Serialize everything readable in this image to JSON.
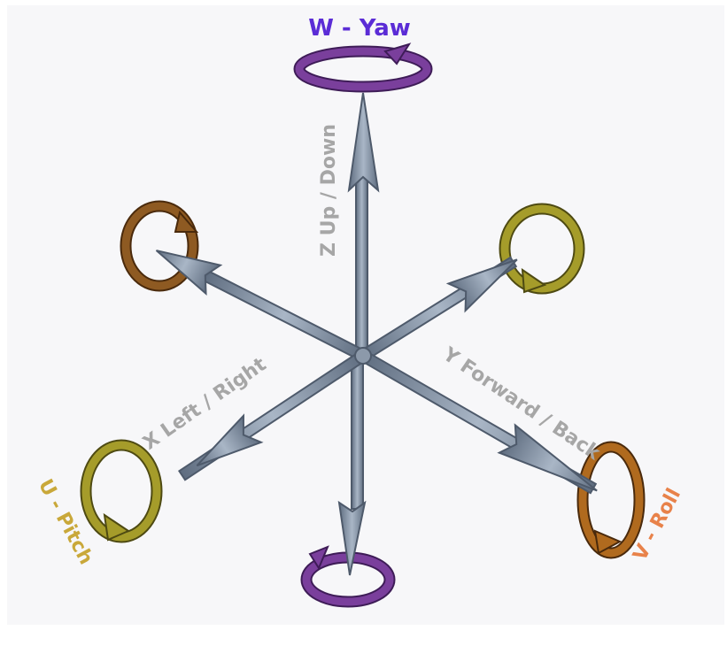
{
  "labels": {
    "yaw": "W - Yaw",
    "z_axis": "Z Up / Down",
    "x_axis": "X Left / Right",
    "y_axis": "Y Forward / Back",
    "pitch": "U - Pitch",
    "roll": "V - Roll"
  },
  "colors": {
    "yaw": "#5b2cd6",
    "pitch": "#c9a83a",
    "roll": "#e8824a",
    "axis_label": "#a6a6a6",
    "arrow_fill": "#7f8ea3",
    "arrow_stroke": "#4e5a6b",
    "ring_purple": "#6e3a8e",
    "ring_olive": "#8f8a24",
    "ring_brown": "#8e5a22"
  },
  "icons": {
    "axes": "six-direction-axis-arrows",
    "rotation": "circular-rotation-arrow"
  }
}
